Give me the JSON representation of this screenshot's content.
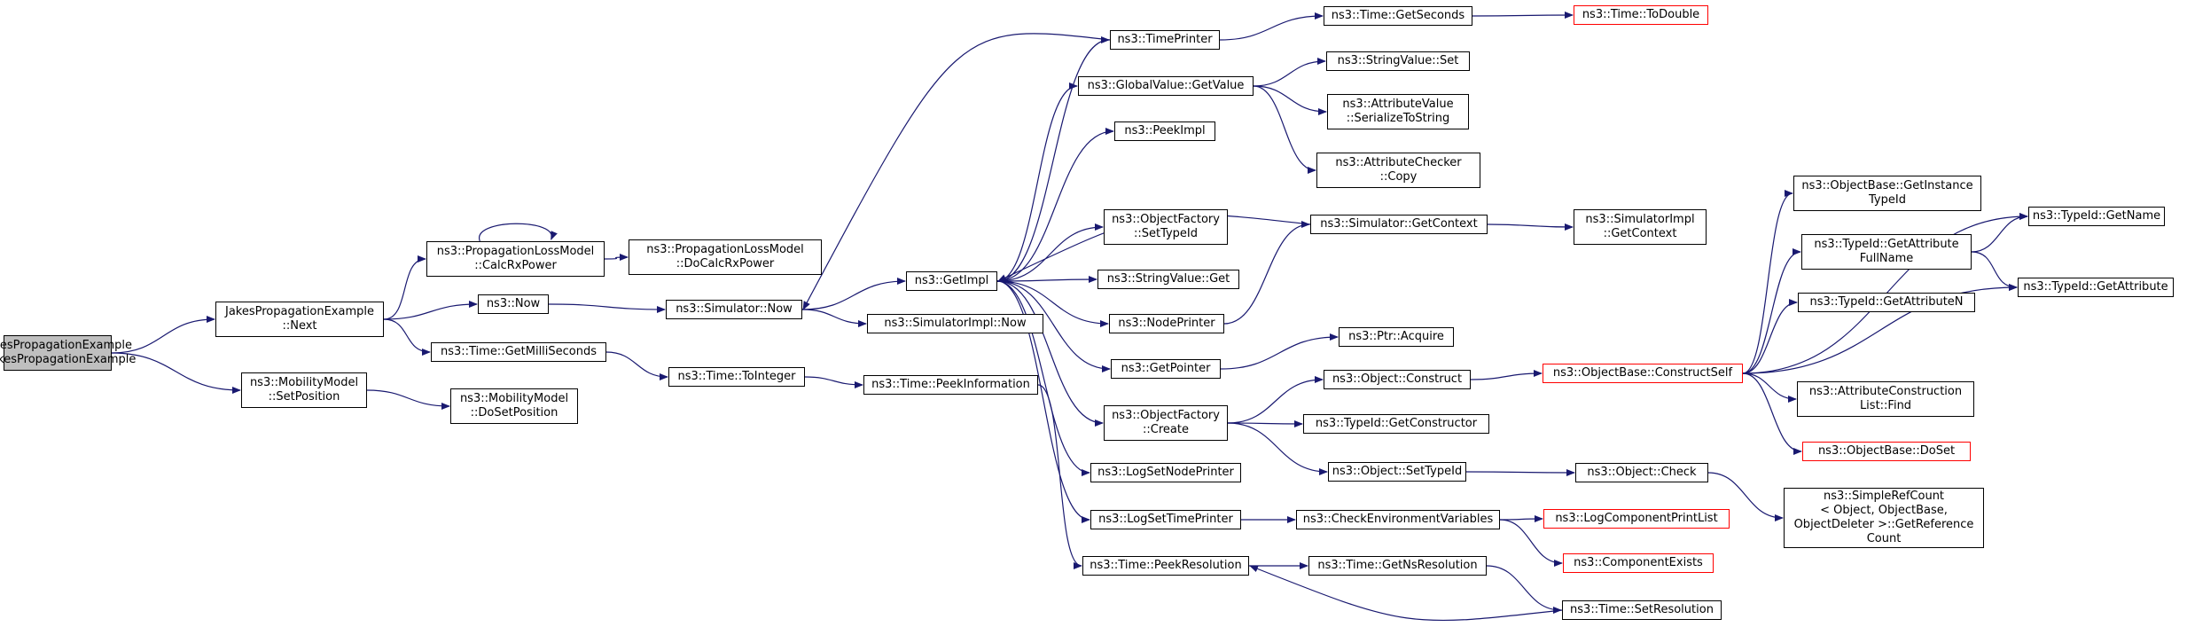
{
  "graph": {
    "colors": {
      "edge": "#191970",
      "border": "#000000",
      "truncated": "#ff0000",
      "root_fill": "#bfbfbf"
    },
    "nodes": [
      {
        "id": "root",
        "lines": [
          "JakesPropagationExample",
          "::JakesPropagationExample"
        ],
        "kind": "root"
      },
      {
        "id": "next",
        "lines": [
          "JakesPropagationExample",
          "::Next"
        ]
      },
      {
        "id": "mm_setpos",
        "lines": [
          "ns3::MobilityModel",
          "::SetPosition"
        ]
      },
      {
        "id": "mm_dosetpos",
        "lines": [
          "ns3::MobilityModel",
          "::DoSetPosition"
        ]
      },
      {
        "id": "plm_calc",
        "lines": [
          "ns3::PropagationLossModel",
          "::CalcRxPower"
        ]
      },
      {
        "id": "plm_docalc",
        "lines": [
          "ns3::PropagationLossModel",
          "::DoCalcRxPower"
        ]
      },
      {
        "id": "now",
        "lines": [
          "ns3::Now"
        ]
      },
      {
        "id": "getmilli",
        "lines": [
          "ns3::Time::GetMilliSeconds"
        ]
      },
      {
        "id": "sim_now",
        "lines": [
          "ns3::Simulator::Now"
        ]
      },
      {
        "id": "toint",
        "lines": [
          "ns3::Time::ToInteger"
        ]
      },
      {
        "id": "getimpl",
        "lines": [
          "ns3::GetImpl"
        ]
      },
      {
        "id": "simimpl_now",
        "lines": [
          "ns3::SimulatorImpl::Now"
        ]
      },
      {
        "id": "peekinfo",
        "lines": [
          "ns3::Time::PeekInformation"
        ]
      },
      {
        "id": "timeprinter",
        "lines": [
          "ns3::TimePrinter"
        ]
      },
      {
        "id": "gv_getvalue",
        "lines": [
          "ns3::GlobalValue::GetValue"
        ]
      },
      {
        "id": "peekimpl",
        "lines": [
          "ns3::PeekImpl"
        ]
      },
      {
        "id": "of_settypeid",
        "lines": [
          "ns3::ObjectFactory",
          "::SetTypeId"
        ]
      },
      {
        "id": "sv_get",
        "lines": [
          "ns3::StringValue::Get"
        ]
      },
      {
        "id": "nodeprinter",
        "lines": [
          "ns3::NodePrinter"
        ]
      },
      {
        "id": "getpointer",
        "lines": [
          "ns3::GetPointer"
        ]
      },
      {
        "id": "of_create",
        "lines": [
          "ns3::ObjectFactory",
          "::Create"
        ]
      },
      {
        "id": "lognodeprinter",
        "lines": [
          "ns3::LogSetNodePrinter"
        ]
      },
      {
        "id": "logtimeprinter",
        "lines": [
          "ns3::LogSetTimePrinter"
        ]
      },
      {
        "id": "peekres",
        "lines": [
          "ns3::Time::PeekResolution"
        ]
      },
      {
        "id": "getseconds",
        "lines": [
          "ns3::Time::GetSeconds"
        ]
      },
      {
        "id": "todouble",
        "lines": [
          "ns3::Time::ToDouble"
        ],
        "kind": "red"
      },
      {
        "id": "sv_set",
        "lines": [
          "ns3::StringValue::Set"
        ]
      },
      {
        "id": "av_serialize",
        "lines": [
          "ns3::AttributeValue",
          "::SerializeToString"
        ]
      },
      {
        "id": "ac_copy",
        "lines": [
          "ns3::AttributeChecker",
          "::Copy"
        ]
      },
      {
        "id": "sim_getctx",
        "lines": [
          "ns3::Simulator::GetContext"
        ]
      },
      {
        "id": "simimpl_getctx",
        "lines": [
          "ns3::SimulatorImpl",
          "::GetContext"
        ]
      },
      {
        "id": "ptr_acquire",
        "lines": [
          "ns3::Ptr::Acquire"
        ]
      },
      {
        "id": "obj_construct",
        "lines": [
          "ns3::Object::Construct"
        ]
      },
      {
        "id": "tid_getctor",
        "lines": [
          "ns3::TypeId::GetConstructor"
        ]
      },
      {
        "id": "obj_settypeid",
        "lines": [
          "ns3::Object::SetTypeId"
        ]
      },
      {
        "id": "checkenv",
        "lines": [
          "ns3::CheckEnvironmentVariables"
        ]
      },
      {
        "id": "getnsres",
        "lines": [
          "ns3::Time::GetNsResolution"
        ]
      },
      {
        "id": "setres",
        "lines": [
          "ns3::Time::SetResolution"
        ]
      },
      {
        "id": "ob_construct",
        "lines": [
          "ns3::ObjectBase::ConstructSelf"
        ],
        "kind": "red"
      },
      {
        "id": "obj_check",
        "lines": [
          "ns3::Object::Check"
        ]
      },
      {
        "id": "logcomp",
        "lines": [
          "ns3::LogComponentPrintList"
        ],
        "kind": "red"
      },
      {
        "id": "compexists",
        "lines": [
          "ns3::ComponentExists"
        ],
        "kind": "red"
      },
      {
        "id": "ob_getinst",
        "lines": [
          "ns3::ObjectBase::GetInstance",
          "TypeId"
        ]
      },
      {
        "id": "tid_getattrfull",
        "lines": [
          "ns3::TypeId::GetAttribute",
          "FullName"
        ]
      },
      {
        "id": "tid_getattrn",
        "lines": [
          "ns3::TypeId::GetAttributeN"
        ]
      },
      {
        "id": "acl_find",
        "lines": [
          "ns3::AttributeConstruction",
          "List::Find"
        ]
      },
      {
        "id": "ob_doset",
        "lines": [
          "ns3::ObjectBase::DoSet"
        ],
        "kind": "red"
      },
      {
        "id": "srefcount",
        "lines": [
          "ns3::SimpleRefCount",
          "< Object, ObjectBase,",
          "ObjectDeleter >::GetReference",
          "Count"
        ]
      },
      {
        "id": "tid_getname",
        "lines": [
          "ns3::TypeId::GetName"
        ]
      },
      {
        "id": "tid_getattr",
        "lines": [
          "ns3::TypeId::GetAttribute"
        ]
      }
    ],
    "edges": [
      [
        "root",
        "next"
      ],
      [
        "root",
        "mm_setpos"
      ],
      [
        "next",
        "plm_calc"
      ],
      [
        "next",
        "now"
      ],
      [
        "next",
        "getmilli"
      ],
      [
        "mm_setpos",
        "mm_dosetpos"
      ],
      [
        "plm_calc",
        "plm_calc"
      ],
      [
        "plm_calc",
        "plm_docalc"
      ],
      [
        "now",
        "sim_now"
      ],
      [
        "getmilli",
        "toint"
      ],
      [
        "sim_now",
        "getimpl"
      ],
      [
        "sim_now",
        "simimpl_now"
      ],
      [
        "toint",
        "peekinfo"
      ],
      [
        "peekinfo",
        "peekres"
      ],
      [
        "getimpl",
        "timeprinter"
      ],
      [
        "getimpl",
        "gv_getvalue"
      ],
      [
        "getimpl",
        "peekimpl"
      ],
      [
        "getimpl",
        "of_settypeid"
      ],
      [
        "getimpl",
        "sv_get"
      ],
      [
        "getimpl",
        "nodeprinter"
      ],
      [
        "getimpl",
        "getpointer"
      ],
      [
        "getimpl",
        "of_create"
      ],
      [
        "getimpl",
        "lognodeprinter"
      ],
      [
        "getimpl",
        "logtimeprinter"
      ],
      [
        "timeprinter",
        "sim_now"
      ],
      [
        "timeprinter",
        "getseconds"
      ],
      [
        "getseconds",
        "todouble"
      ],
      [
        "gv_getvalue",
        "sv_set"
      ],
      [
        "gv_getvalue",
        "av_serialize"
      ],
      [
        "gv_getvalue",
        "ac_copy"
      ],
      [
        "nodeprinter",
        "sim_getctx"
      ],
      [
        "sim_getctx",
        "getimpl"
      ],
      [
        "sim_getctx",
        "simimpl_getctx"
      ],
      [
        "getpointer",
        "ptr_acquire"
      ],
      [
        "of_create",
        "obj_construct"
      ],
      [
        "of_create",
        "tid_getctor"
      ],
      [
        "of_create",
        "obj_settypeid"
      ],
      [
        "obj_construct",
        "ob_construct"
      ],
      [
        "obj_settypeid",
        "obj_check"
      ],
      [
        "logtimeprinter",
        "checkenv"
      ],
      [
        "checkenv",
        "logcomp"
      ],
      [
        "checkenv",
        "compexists"
      ],
      [
        "peekres",
        "getnsres"
      ],
      [
        "getnsres",
        "setres"
      ],
      [
        "setres",
        "peekres"
      ],
      [
        "ob_construct",
        "ob_getinst"
      ],
      [
        "ob_construct",
        "tid_getattrfull"
      ],
      [
        "ob_construct",
        "tid_getattrn"
      ],
      [
        "ob_construct",
        "acl_find"
      ],
      [
        "ob_construct",
        "ob_doset"
      ],
      [
        "ob_construct",
        "tid_getname"
      ],
      [
        "ob_construct",
        "tid_getattr"
      ],
      [
        "tid_getattrfull",
        "tid_getname"
      ],
      [
        "tid_getattrfull",
        "tid_getattr"
      ],
      [
        "obj_check",
        "srefcount"
      ]
    ]
  }
}
